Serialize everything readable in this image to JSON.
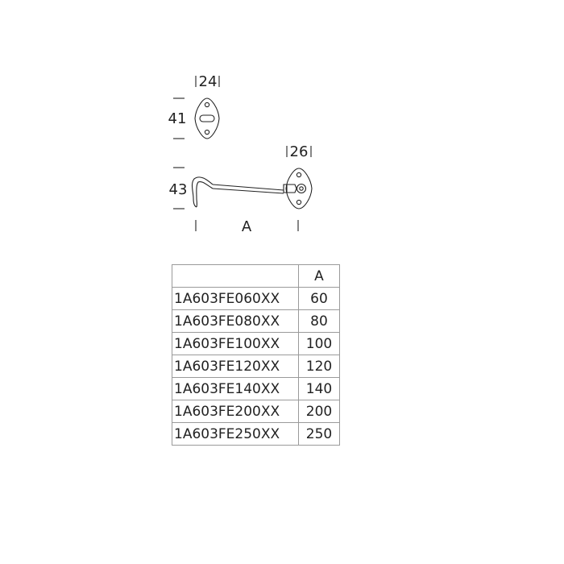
{
  "drawing": {
    "eye_plate": {
      "width": "24",
      "height": "41"
    },
    "hook": {
      "height": "43",
      "plate_width": "26",
      "length": "A"
    }
  },
  "table": {
    "headers": [
      "",
      "A"
    ],
    "rows": [
      {
        "code": "1A603FE060XX",
        "a": "60"
      },
      {
        "code": "1A603FE080XX",
        "a": "80"
      },
      {
        "code": "1A603FE100XX",
        "a": "100"
      },
      {
        "code": "1A603FE120XX",
        "a": "120"
      },
      {
        "code": "1A603FE140XX",
        "a": "140"
      },
      {
        "code": "1A603FE200XX",
        "a": "200"
      },
      {
        "code": "1A603FE250XX",
        "a": "250"
      }
    ]
  },
  "colors": {
    "line": "#222222",
    "grid": "#9a9a9a"
  }
}
